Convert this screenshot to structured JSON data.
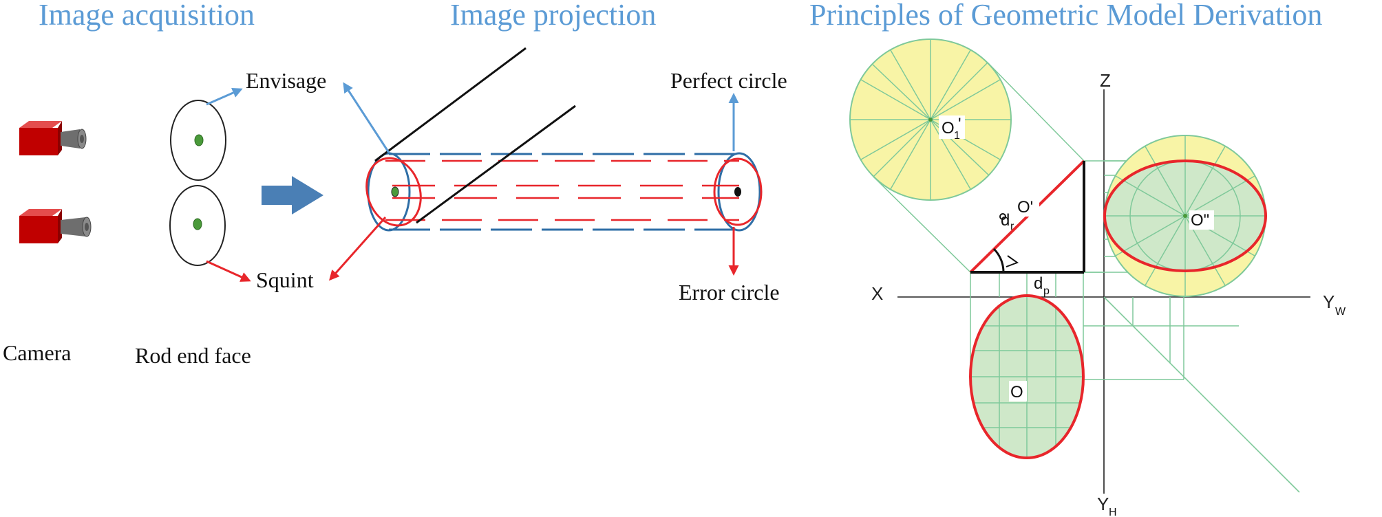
{
  "colors": {
    "title_blue": "#5b9bd5",
    "arrow_blue": "#5b9bd5",
    "ellipse_red": "#e8262b",
    "cylinder_blue": "#2e6ea6",
    "camera_red": "#c00000",
    "green_line": "#7fc99a",
    "yellow_fill": "#f8f4a6",
    "green_fill": "#cfe8c9"
  },
  "titles": {
    "acquisition": "Image acquisition",
    "projection": "Image projection",
    "principles": "Principles of Geometric Model Derivation"
  },
  "acquisition": {
    "envisage": "Envisage",
    "squint": "Squint",
    "camera": "Camera",
    "rod_end_face": "Rod end face"
  },
  "projection": {
    "perfect_circle": "Perfect circle",
    "error_circle": "Error circle"
  },
  "geometry": {
    "axis_x": "X",
    "axis_z": "Z",
    "axis_yw": "Y",
    "axis_yw_sub": "W",
    "axis_yh": "Y",
    "axis_yh_sub": "H",
    "o1": "O",
    "o1_sub": "1",
    "o1_prime": "'",
    "o_prime": "O'",
    "o_double": "O\"",
    "o": "O",
    "dr": "d",
    "dr_sub": "r",
    "dp": "d",
    "dp_sub": "p"
  }
}
